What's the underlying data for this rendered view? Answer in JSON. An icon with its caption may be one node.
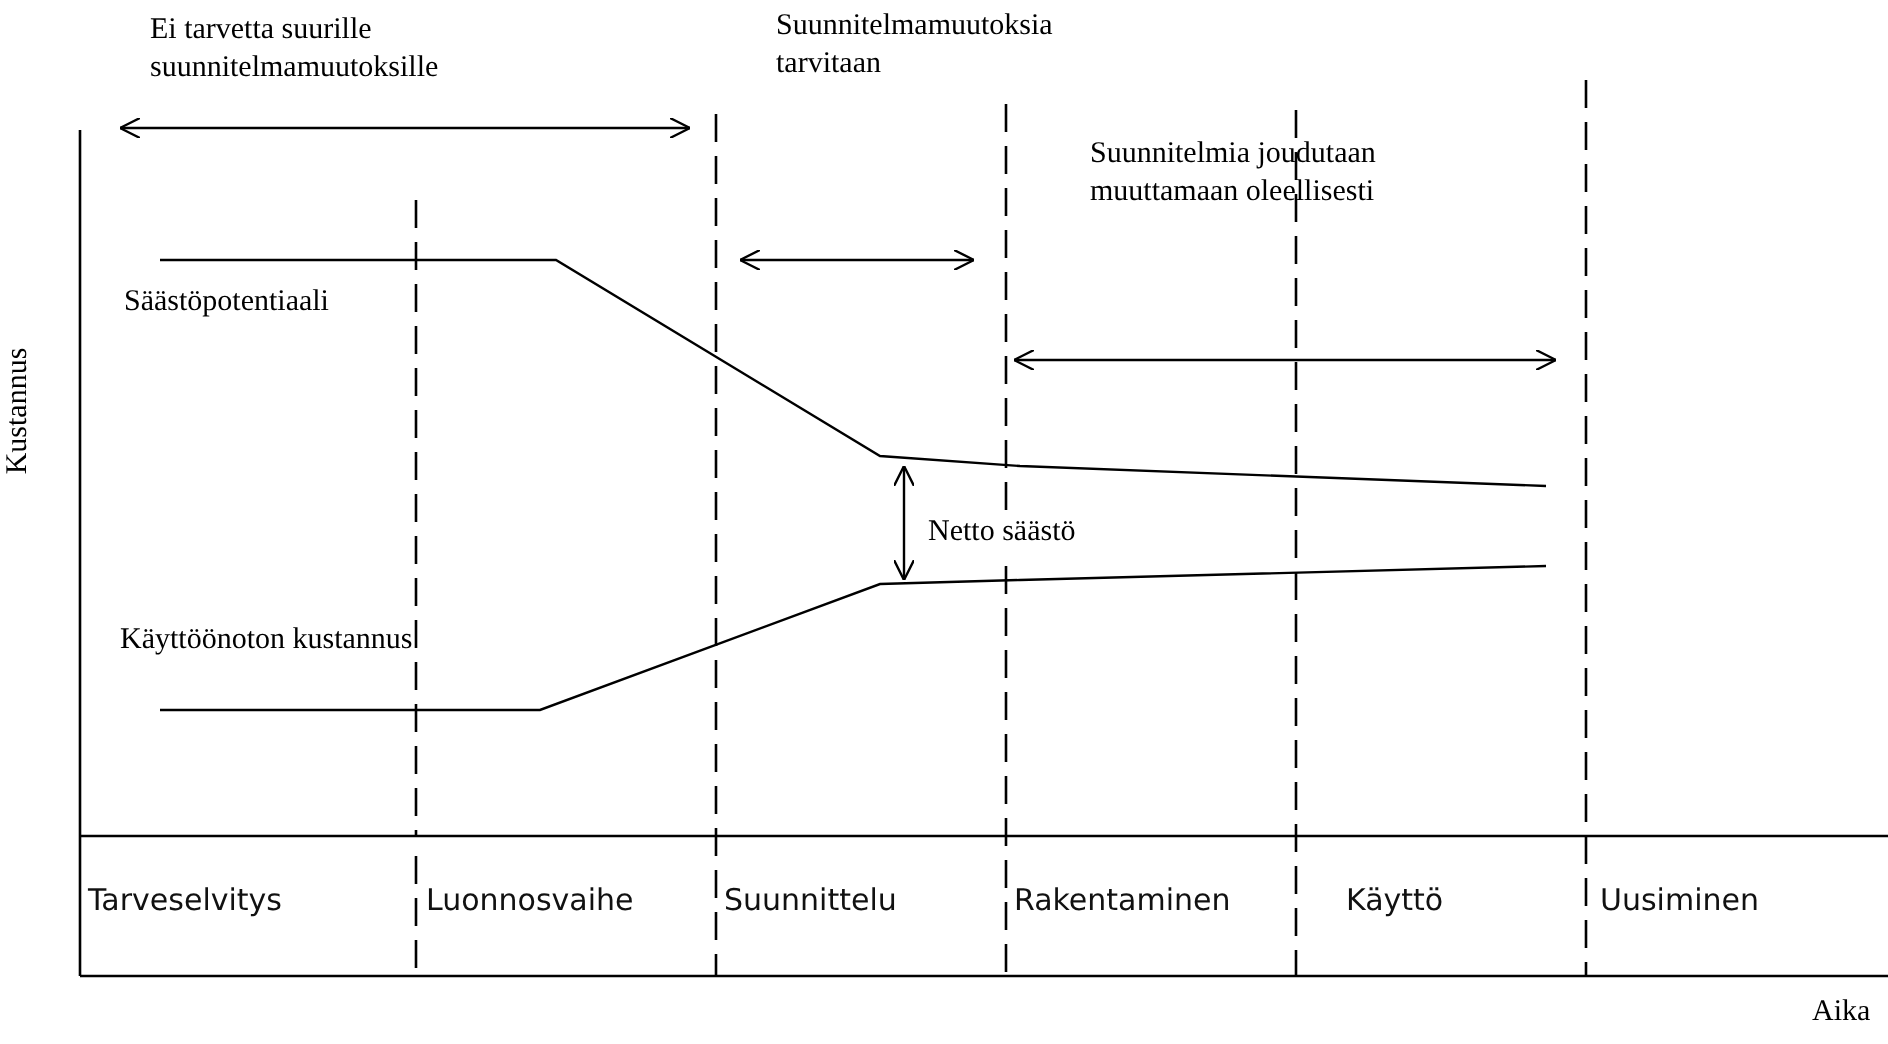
{
  "diagram": {
    "labels": [
      "Ei tarvetta suurille suunnitelmamuutoksille",
      "Suunnitelmamuutoksia tarvitaan",
      "Kustannus",
      "Suunnitelmia joudutaan muuttamaan oleellisesti",
      "Säästöpotentiaali",
      "Netto säästö",
      "Käyttöönoton kustannus",
      "Tarveselvitys",
      "Luonnosvaihe",
      "Suunnittelu",
      "Rakentaminen",
      "Käyttö",
      "Uusiminen",
      "Aika"
    ]
  }
}
